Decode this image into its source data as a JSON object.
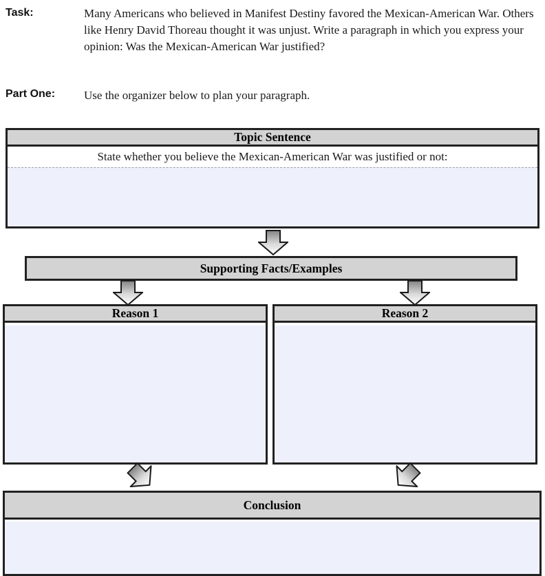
{
  "page": {
    "task_label": "Task:",
    "task_text": "Many Americans who believed in Manifest Destiny favored the Mexican-American War. Others like Henry David Thoreau thought it was unjust. Write a paragraph in which you express your opinion: Was the Mexican-American War justified?",
    "part_one_label": "Part One:",
    "part_one_text": "Use the organizer below to plan your paragraph."
  },
  "organizer": {
    "topic": {
      "title": "Topic Sentence",
      "prompt": "State whether you believe the Mexican-American War was justified or not:",
      "field_value": ""
    },
    "supporting": {
      "title": "Supporting Facts/Examples"
    },
    "reason1": {
      "title": "Reason 1",
      "field_value": ""
    },
    "reason2": {
      "title": "Reason 2",
      "field_value": ""
    },
    "conclusion": {
      "title": "Conclusion",
      "field_value": ""
    }
  },
  "icons": {
    "down_arrow": "block-arrow-down ⬇",
    "down_right_arrow": "block-arrow-down-right ⬊",
    "down_left_arrow": "block-arrow-down-left ⬋"
  },
  "colors": {
    "header_fill": "#d3d3d3",
    "form_field_fill": "#eef1fb",
    "box_border": "#212121",
    "dashed_separator": "#999fae",
    "arrow_gradient_dark": "#828282",
    "arrow_gradient_light": "#ffffff"
  }
}
